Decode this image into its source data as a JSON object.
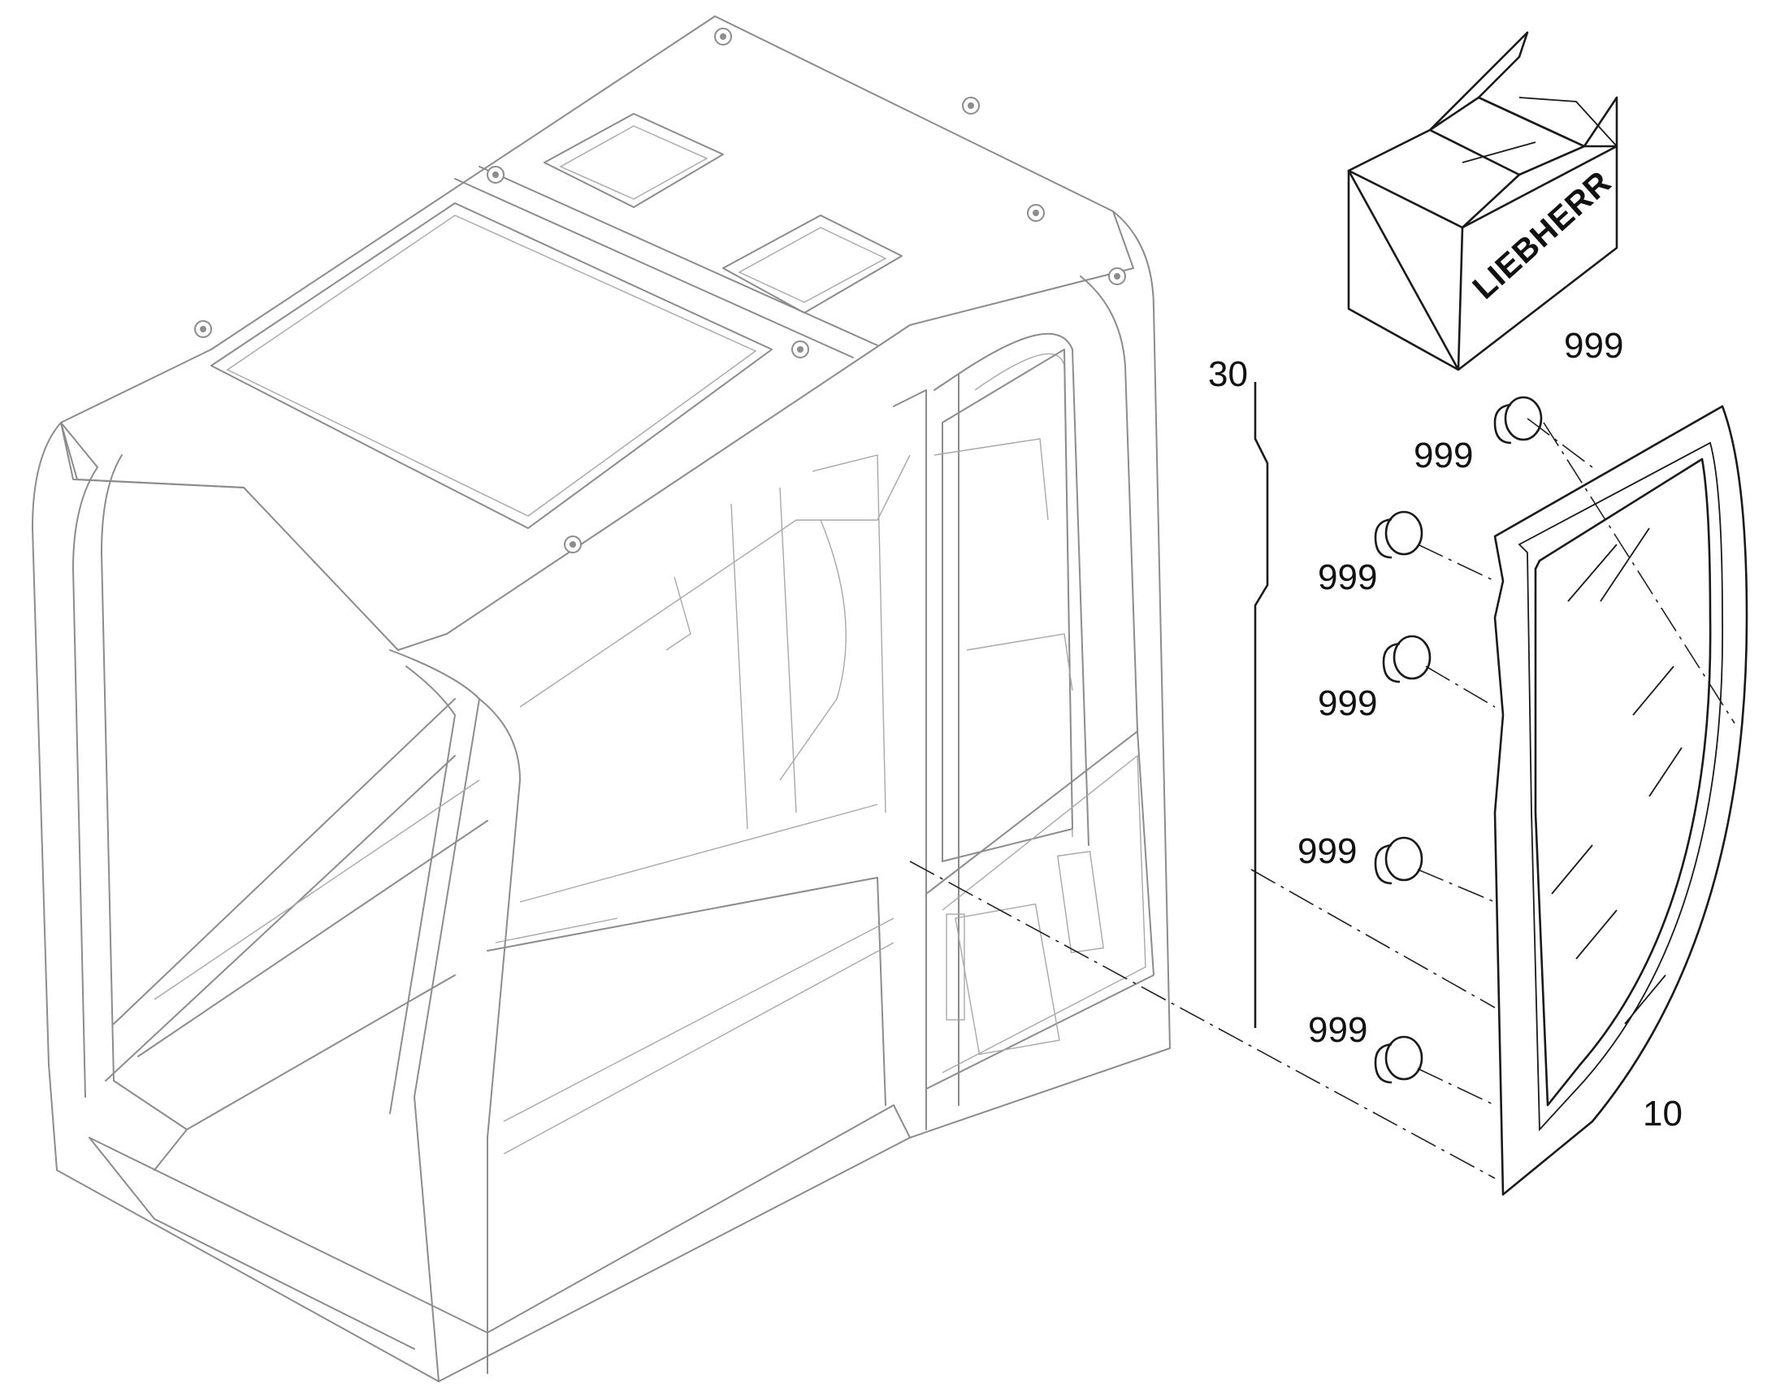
{
  "callouts": {
    "glass_pane": "10",
    "seal_strip": "30",
    "kit_box": "999",
    "clip_1": "999",
    "clip_2": "999",
    "clip_3": "999",
    "clip_4": "999",
    "clip_5": "999"
  },
  "box": {
    "brand_text": "LIEBHERR"
  }
}
